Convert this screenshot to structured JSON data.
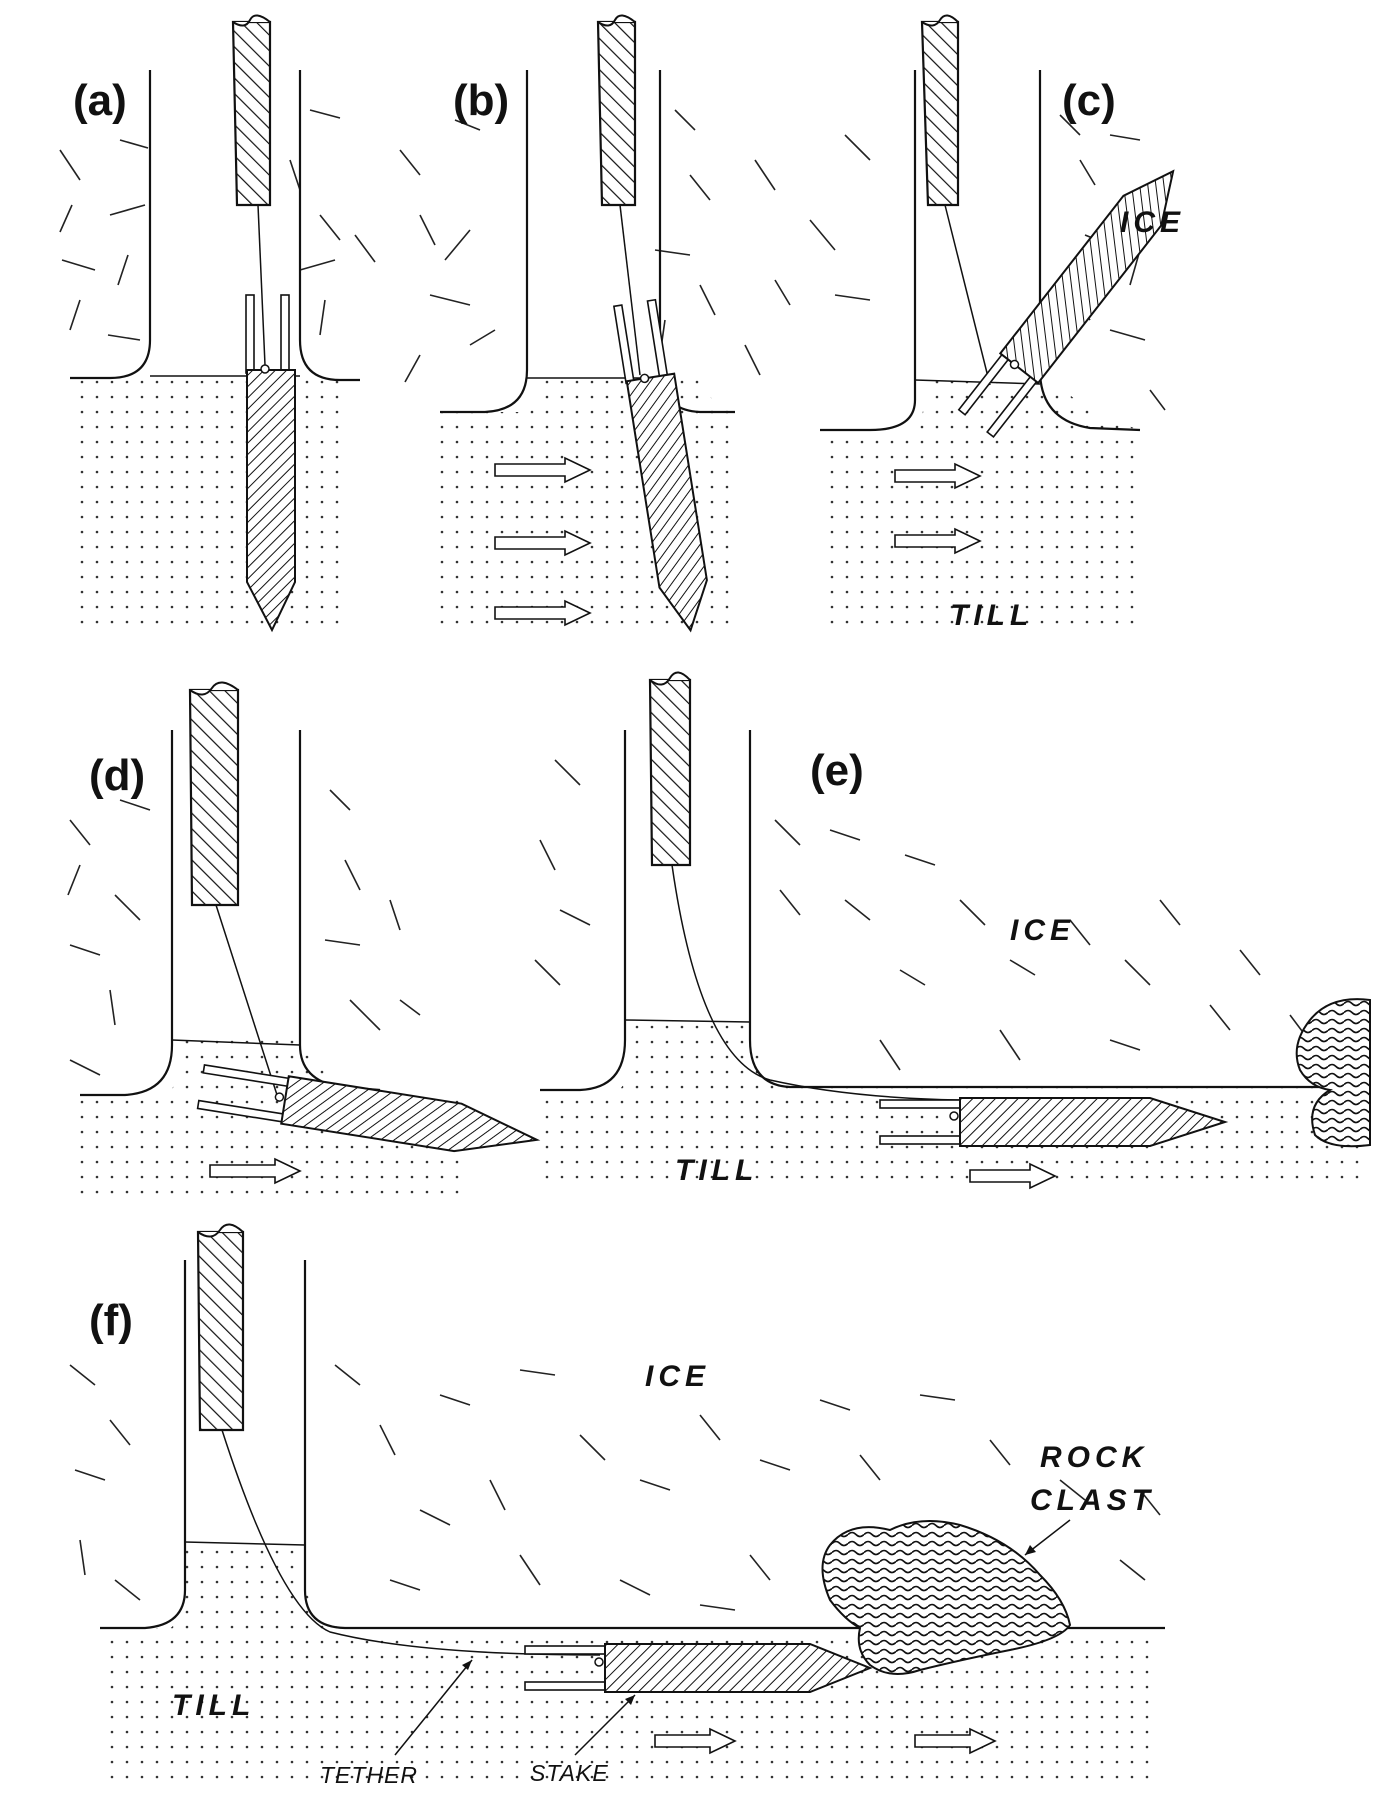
{
  "panels": [
    {
      "id": "a",
      "label": "(a)"
    },
    {
      "id": "b",
      "label": "(b)"
    },
    {
      "id": "c",
      "label": "(c)"
    },
    {
      "id": "d",
      "label": "(d)"
    },
    {
      "id": "e",
      "label": "(e)"
    },
    {
      "id": "f",
      "label": "(f)"
    }
  ],
  "labels": {
    "ice": "ICE",
    "till": "TILL",
    "rock_clast_line1": "ROCK",
    "rock_clast_line2": "CLAST",
    "tether": "TETHER",
    "stake": "STAKE"
  },
  "colors": {
    "ink": "#111111",
    "background": "#ffffff"
  }
}
